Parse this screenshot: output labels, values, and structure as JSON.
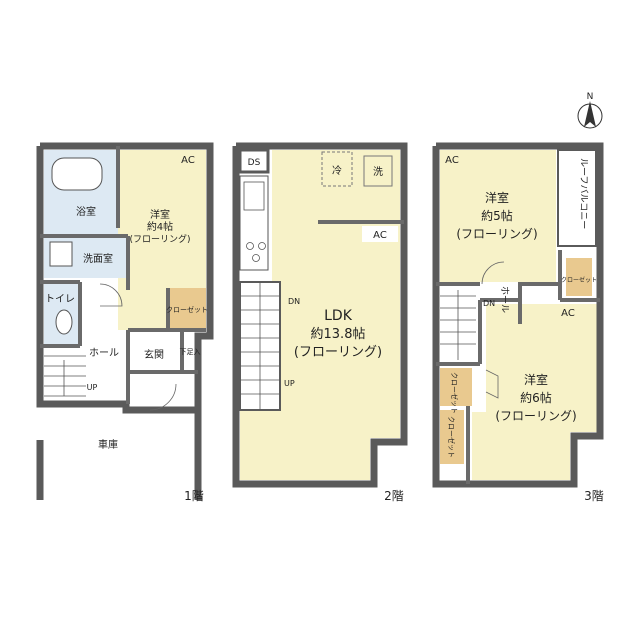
{
  "compass": {
    "north_label": "N"
  },
  "floor1": {
    "label": "1階",
    "rooms": {
      "bath": "浴室",
      "bedroom_name": "洋室",
      "bedroom_size": "約4帖",
      "bedroom_floor": "(フローリング)",
      "washroom": "洗面室",
      "toilet": "トイレ",
      "hall": "ホール",
      "entrance": "玄関",
      "shoe_box": "下足入",
      "closet": "クローゼット",
      "garage": "車庫"
    },
    "ac": "AC",
    "stair_up": "UP"
  },
  "floor2": {
    "label": "2階",
    "ds": "DS",
    "fridge": "冷",
    "washer": "洗",
    "ac": "AC",
    "ldk_name": "LDK",
    "ldk_size": "約13.8帖",
    "ldk_floor": "(フローリング)",
    "stair_dn": "DN",
    "stair_up": "UP"
  },
  "floor3": {
    "label": "3階",
    "ac1": "AC",
    "ac2": "AC",
    "room1_name": "洋室",
    "room1_size": "約5帖",
    "room1_floor": "(フローリング)",
    "room2_name": "洋室",
    "room2_size": "約6帖",
    "room2_floor": "(フローリング)",
    "roof_balcony": "ルーフバルコニー",
    "hall": "ホール",
    "stair_dn": "DN",
    "closet": "クローゼット"
  }
}
